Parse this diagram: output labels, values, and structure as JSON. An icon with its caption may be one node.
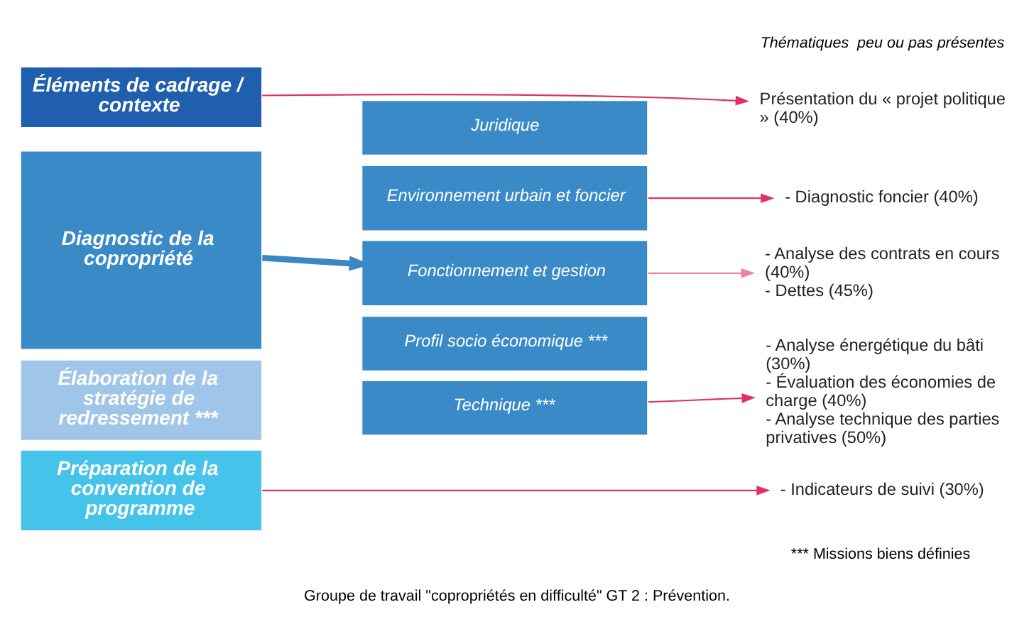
{
  "diagram": {
    "caption": "Groupe de travail \"copropriétés en difficulté\" GT 2 : Prévention.",
    "nodes": [
      {
        "text": [
          "Éléments de cadrage / contexte"
        ]
      },
      {
        "text": [
          "Diagnostic de la copropriété"
        ]
      },
      {
        "text": [
          "Élaboration de la stratégie de redressement ***"
        ]
      },
      {
        "text": [
          "Préparation de la convention de programme"
        ]
      },
      {
        "text": [
          "Juridique"
        ]
      },
      {
        "text": [
          "Environnement urbain et foncier"
        ]
      },
      {
        "text": [
          "Fonctionnement et gestion"
        ]
      },
      {
        "text": [
          "Profil socio économique ***"
        ]
      },
      {
        "text": [
          "Technique ***"
        ]
      },
      {
        "text": [
          "Présentation du « projet politique » (40%)"
        ]
      },
      {
        "text": [
          "- Diagnostic foncier (40%)"
        ]
      },
      {
        "text": [
          "- Analyse des contrats en cours (40%)",
          "- Dettes (45%)"
        ]
      },
      {
        "text": [
          "- Analyse énergétique du bâti (30%)",
          "- Évaluation des économies de charge (40%)",
          "- Analyse technique des parties privatives (50%)"
        ]
      },
      {
        "text": [
          "- Indicateurs de suivi (30%)"
        ]
      }
    ],
    "edges": [
      {
        "from": 0,
        "to": 9,
        "arrow": "to"
      },
      {
        "from": 1,
        "to": 6,
        "arrow": "to",
        "style": "thick",
        "color": "#3a87c8"
      },
      {
        "from": 5,
        "to": 10,
        "arrow": "to"
      },
      {
        "from": 6,
        "to": 11,
        "arrow": "to",
        "color": "#f080a8"
      },
      {
        "from": 8,
        "to": 12,
        "arrow": "to"
      },
      {
        "from": 3,
        "to": 13,
        "arrow": "to"
      }
    ],
    "labels": [
      "Thématiques  peu ou pas présentes",
      "*** Missions biens définies"
    ]
  }
}
